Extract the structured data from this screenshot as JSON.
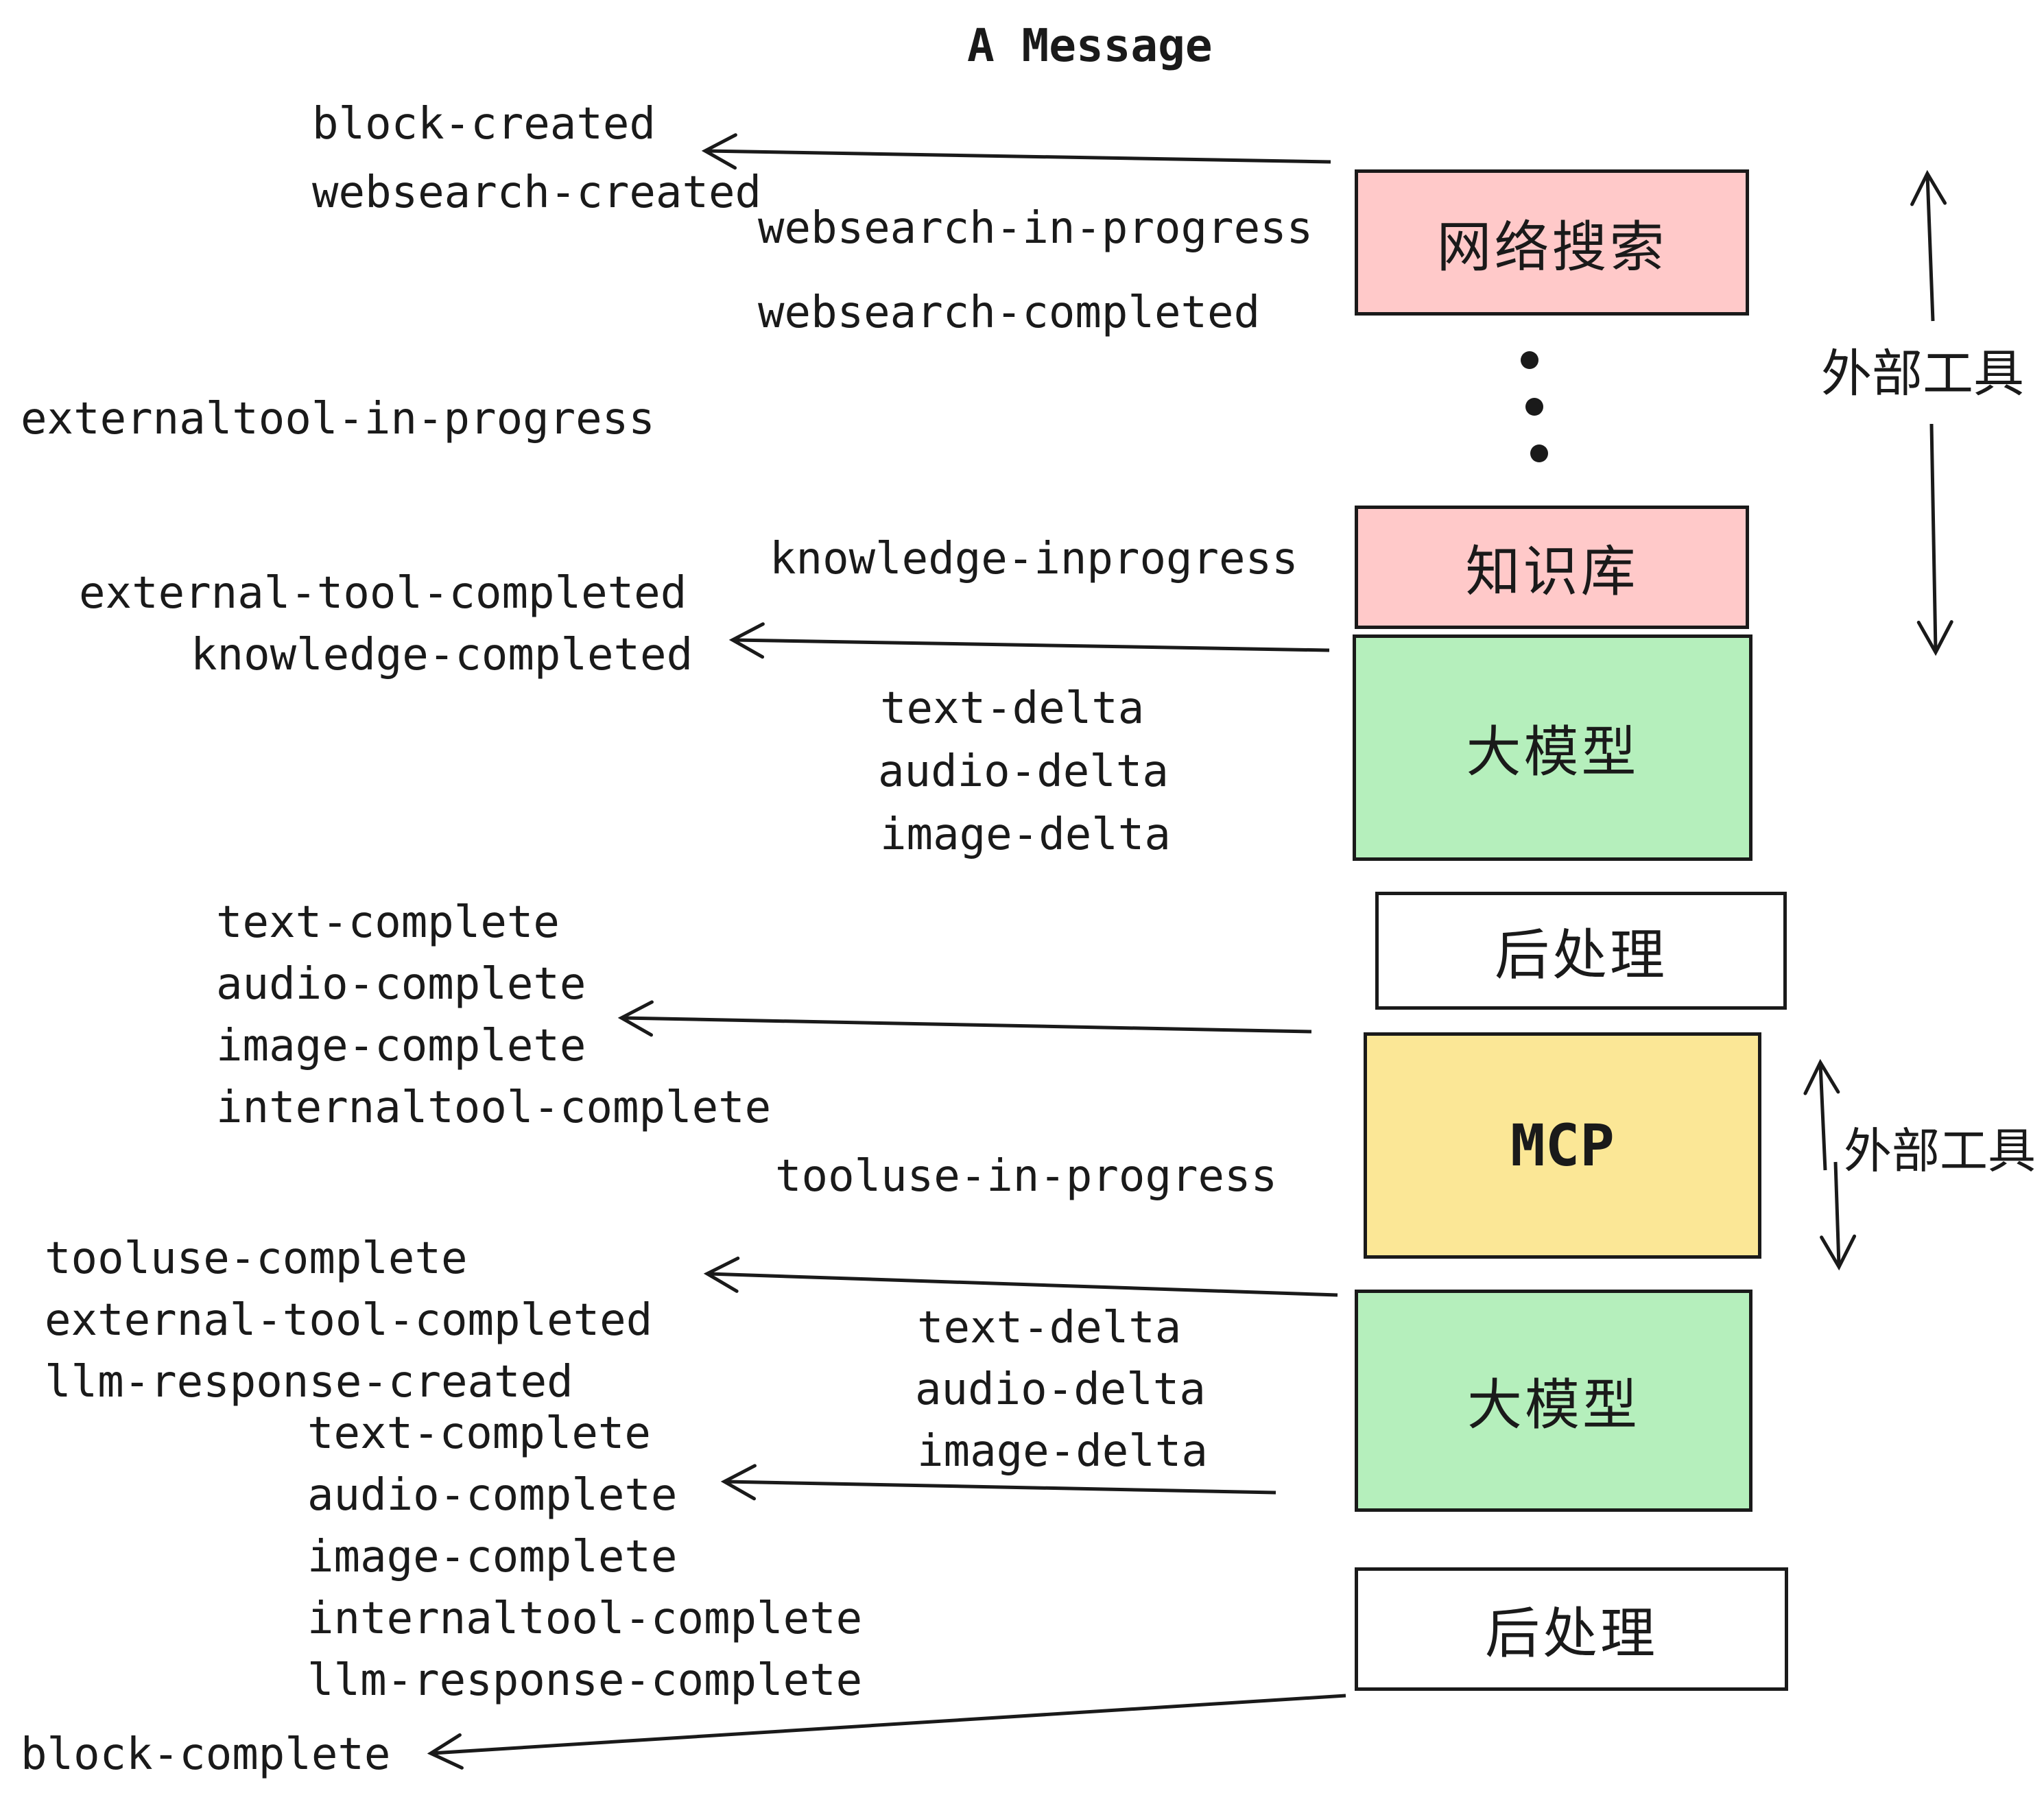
{
  "title": "A Message",
  "colors": {
    "pink": "#ffc9c9",
    "green": "#b5efbc",
    "yellow": "#fbe796",
    "white": "#ffffff",
    "ink": "#1a1a1a"
  },
  "boxes": {
    "websearch": "网络搜索",
    "knowledge": "知识库",
    "llm1": "大模型",
    "post1": "后处理",
    "mcp": "MCP",
    "llm2": "大模型",
    "post2": "后处理"
  },
  "side_labels": {
    "external_tools_top": "外部工具",
    "external_tools_mcp": "外部工具"
  },
  "events": {
    "block_created": "block-created",
    "websearch_created": "websearch-created",
    "websearch_in_progress": "websearch-in-progress",
    "websearch_completed": "websearch-completed",
    "externaltool_in_progress": "externaltool-in-progress",
    "knowledge_inprogress": "knowledge-inprogress",
    "external_tool_completed": "external-tool-completed",
    "knowledge_completed": "knowledge-completed",
    "text_delta": "text-delta",
    "audio_delta": "audio-delta",
    "image_delta": "image-delta",
    "text_complete": "text-complete",
    "audio_complete": "audio-complete",
    "image_complete": "image-complete",
    "internaltool_complete": "internaltool-complete",
    "tooluse_in_progress": "tooluse-in-progress",
    "tooluse_complete": "tooluse-complete",
    "external_tool_completed_2": "external-tool-completed",
    "llm_response_created": "llm-response-created",
    "text_delta_2": "text-delta",
    "audio_delta_2": "audio-delta",
    "image_delta_2": "image-delta",
    "text_complete_2": "text-complete",
    "audio_complete_2": "audio-complete",
    "image_complete_2": "image-complete",
    "internaltool_complete_2": "internaltool-complete",
    "llm_response_complete": "llm-response-complete",
    "block_complete": "block-complete"
  }
}
